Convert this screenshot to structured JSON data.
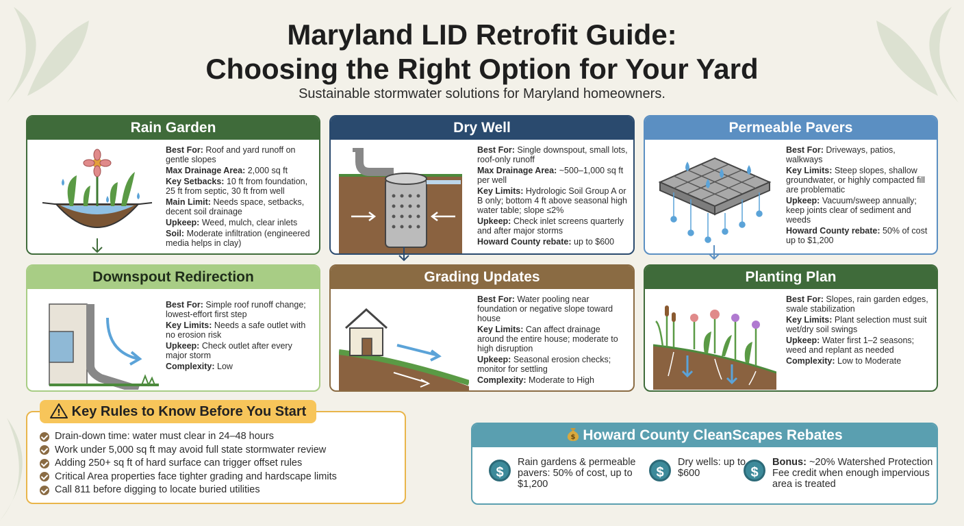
{
  "title_line1": "Maryland LID Retrofit Guide:",
  "title_line2": "Choosing the Right Option for Your Yard",
  "subtitle": "Sustainable stormwater solutions for Maryland homeowners.",
  "colors": {
    "green_dark": "#3f6b3a",
    "navy": "#2a4a6e",
    "blue": "#5b8fc2",
    "green_light": "#a8cd85",
    "brown": "#8a6b43",
    "amber": "#f7c55a",
    "teal": "#5a9fb0"
  },
  "cards": [
    {
      "title": "Rain Garden",
      "icon": "rain-garden-icon",
      "rows": [
        {
          "label": "Best For:",
          "text": "Roof and yard runoff on gentle slopes"
        },
        {
          "label": "Max Drainage Area:",
          "text": "2,000 sq ft"
        },
        {
          "label": "Key Setbacks:",
          "text": "10 ft from foundation, 25 ft from septic, 30 ft from well"
        },
        {
          "label": "Main Limit:",
          "text": "Needs space, setbacks, decent soil drainage"
        },
        {
          "label": "Upkeep:",
          "text": "Weed, mulch, clear inlets"
        },
        {
          "label": "Soil:",
          "text": "Moderate infiltration (engineered media helps in clay)"
        }
      ]
    },
    {
      "title": "Dry Well",
      "icon": "dry-well-icon",
      "rows": [
        {
          "label": "Best For:",
          "text": "Single downspout, small lots, roof-only runoff"
        },
        {
          "label": "Max Drainage Area:",
          "text": "~500–1,000 sq ft per well"
        },
        {
          "label": "Key Limits:",
          "text": "Hydrologic Soil Group A or B only; bottom 4 ft above seasonal high water table; slope ≤2%"
        },
        {
          "label": "Upkeep:",
          "text": "Check inlet screens quarterly and after major storms"
        },
        {
          "label": "Howard County rebate:",
          "text": "up to $600"
        }
      ]
    },
    {
      "title": "Permeable Pavers",
      "icon": "permeable-pavers-icon",
      "rows": [
        {
          "label": "Best For:",
          "text": "Driveways, patios, walkways"
        },
        {
          "label": "Key Limits:",
          "text": "Steep slopes, shallow groundwater, or highly compacted fill are problematic"
        },
        {
          "label": "Upkeep:",
          "text": "Vacuum/sweep annually; keep joints clear of sediment and weeds"
        },
        {
          "label": "Howard County rebate:",
          "text": "50% of cost up to $1,200"
        }
      ]
    },
    {
      "title": "Downspout Redirection",
      "icon": "downspout-icon",
      "rows": [
        {
          "label": "Best For:",
          "text": "Simple roof runoff change; lowest-effort first step"
        },
        {
          "label": "Key Limits:",
          "text": "Needs a safe outlet with no erosion risk"
        },
        {
          "label": "Upkeep:",
          "text": "Check outlet after every major storm"
        },
        {
          "label": "Complexity:",
          "text": "Low"
        }
      ]
    },
    {
      "title": "Grading Updates",
      "icon": "grading-house-icon",
      "rows": [
        {
          "label": "Best For:",
          "text": "Water pooling near foundation or negative slope toward house"
        },
        {
          "label": "Key Limits:",
          "text": "Can affect drainage around the entire house; moderate to high disruption"
        },
        {
          "label": "Upkeep:",
          "text": "Seasonal erosion checks; monitor for settling"
        },
        {
          "label": "Complexity:",
          "text": "Moderate to High"
        }
      ]
    },
    {
      "title": "Planting Plan",
      "icon": "planting-plan-icon",
      "rows": [
        {
          "label": "Best For:",
          "text": "Slopes, rain garden edges, swale stabilization"
        },
        {
          "label": "Key Limits:",
          "text": "Plant selection must suit wet/dry soil swings"
        },
        {
          "label": "Upkeep:",
          "text": "Water first 1–2 seasons; weed and replant as needed"
        },
        {
          "label": "Complexity:",
          "text": "Low to Moderate"
        }
      ]
    }
  ],
  "rules": {
    "title": "Key Rules to Know Before You Start",
    "icon": "warning-icon",
    "items": [
      "Drain-down time: water must clear in 24–48 hours",
      "Work under 5,000 sq ft may avoid full state stormwater review",
      "Adding 250+ sq ft of hard surface can trigger offset rules",
      "Critical Area properties face tighter grading and hardscape limits",
      "Call 811 before digging to locate buried utilities"
    ]
  },
  "rebates": {
    "title": "Howard County CleanScapes Rebates",
    "icon": "money-bag-icon",
    "items": [
      {
        "icon": "dollar-icon",
        "text": "Rain gardens & permeable pavers: 50% of cost, up to $1,200"
      },
      {
        "icon": "dollar-icon",
        "text": "Dry wells: up to $600"
      },
      {
        "icon": "dollar-icon",
        "bold": "Bonus:",
        "text": "~20% Watershed Protection Fee credit when enough impervious area is treated"
      }
    ]
  },
  "glyphs": {
    "dollar": "$",
    "warning": "!"
  }
}
